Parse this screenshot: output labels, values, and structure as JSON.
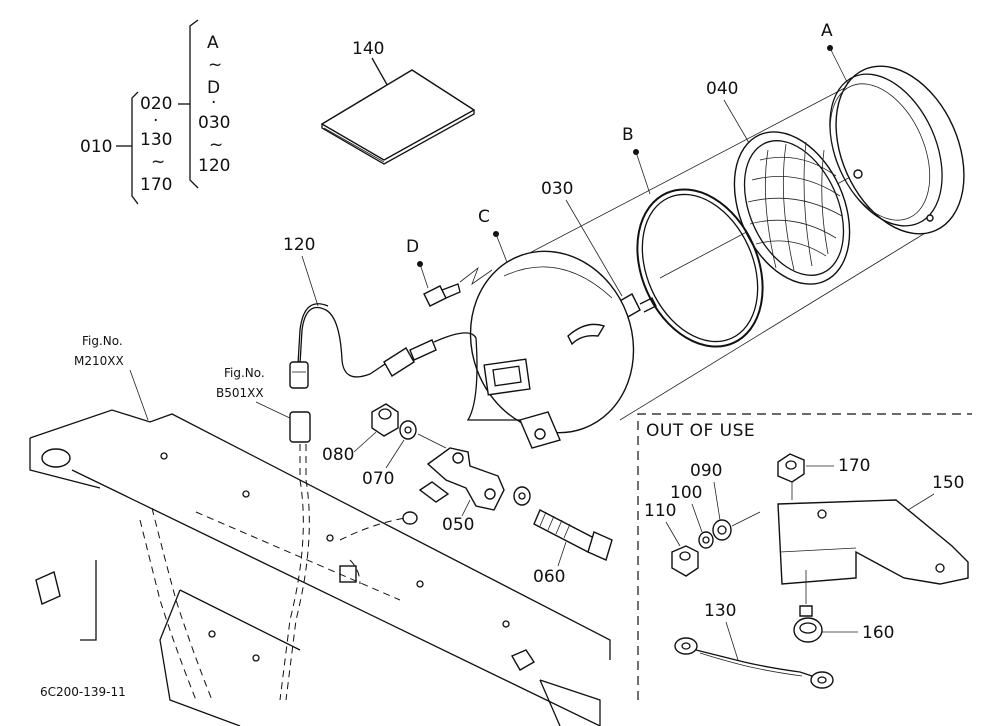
{
  "diagram": {
    "tree": {
      "root": "010",
      "group1": [
        "020",
        "·",
        "130",
        "~",
        "170"
      ],
      "group2": [
        "A",
        "~",
        "D",
        "·",
        "030",
        "~",
        "120"
      ]
    },
    "parts": {
      "p140": "140",
      "p120": "120",
      "p030": "030",
      "p040": "040",
      "p080": "080",
      "p070": "070",
      "p050": "050",
      "p060": "060",
      "p170": "170",
      "p150": "150",
      "p090": "090",
      "p100": "100",
      "p110": "110",
      "p160": "160",
      "p130": "130"
    },
    "letters": {
      "A": "A",
      "B": "B",
      "C": "C",
      "D": "D"
    },
    "refs": {
      "fig_label": "Fig.No.",
      "fig1_num": "M210XX",
      "fig2_num": "B501XX"
    },
    "out_of_use": "OUT OF USE",
    "drawing_code": "6C200-139-11"
  }
}
